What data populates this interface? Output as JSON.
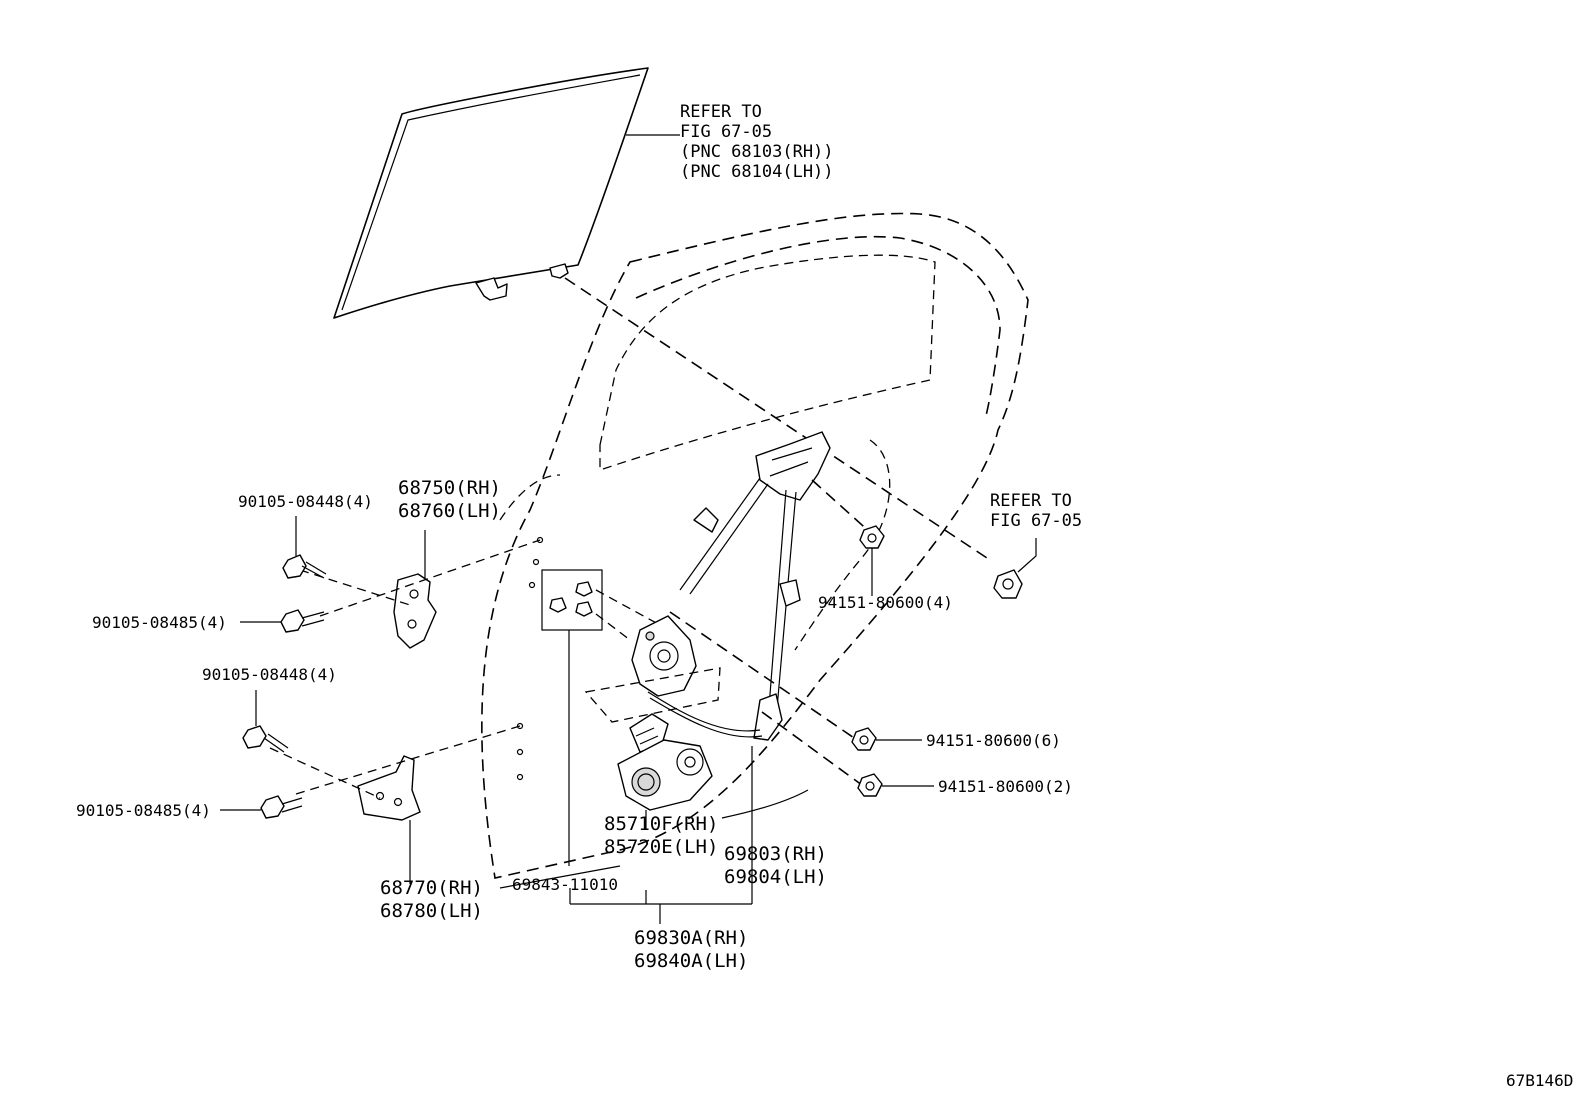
{
  "diagram_code": "67B146D",
  "labels": {
    "glass_ref": [
      "REFER TO",
      "FIG 67-05",
      "(PNC 68103(RH))",
      "(PNC 68104(LH))"
    ],
    "bolt_ref": [
      "REFER TO",
      "FIG 67-05"
    ],
    "hinge_upper": [
      "68750(RH)",
      "68760(LH)"
    ],
    "hinge_lower": [
      "68770(RH)",
      "68780(LH)"
    ],
    "bolt_upper_a": "90105-08448(4)",
    "bolt_upper_b": "90105-08485(4)",
    "bolt_lower_a": "90105-08448(4)",
    "bolt_lower_b": "90105-08485(4)",
    "nut_a": "94151-80600(4)",
    "nut_b": "94151-80600(6)",
    "nut_c": "94151-80600(2)",
    "motor": [
      "85710F(RH)",
      "85720E(LH)"
    ],
    "regulator": [
      "69803(RH)",
      "69804(LH)"
    ],
    "clip": "69843-11010",
    "assembly": [
      "69830A(RH)",
      "69840A(LH)"
    ]
  }
}
